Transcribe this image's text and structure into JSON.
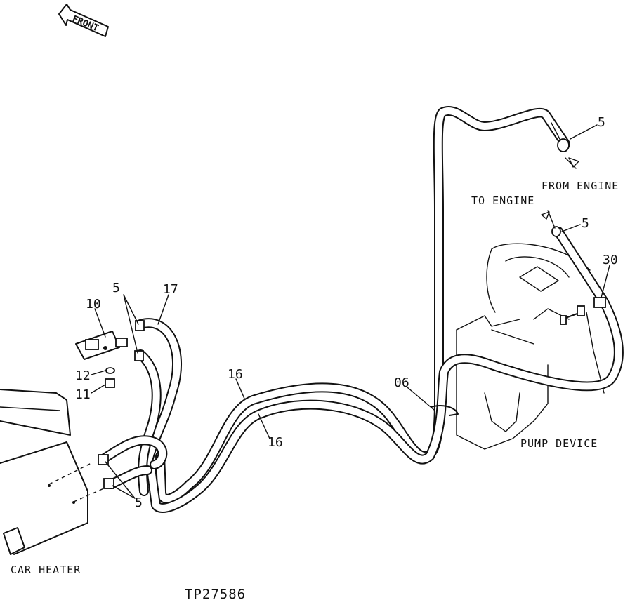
{
  "arrow": {
    "label": "FRONT"
  },
  "labels": {
    "from_engine": "FROM ENGINE",
    "to_engine": "TO ENGINE",
    "pump_device": "PUMP DEVICE",
    "car_heater": "CAR HEATER",
    "figure_id": "TP27586"
  },
  "callouts": {
    "clamp_top_right": "5",
    "clamp_to_engine": "5",
    "clamp_heater_top": "5",
    "clamp_heater_bottom": "5",
    "bracket": "30",
    "hose_17": "17",
    "valve": "10",
    "washer": "12",
    "nut": "11",
    "hose_16_upper": "16",
    "hose_16_lower": "16",
    "clip_06": "06"
  }
}
